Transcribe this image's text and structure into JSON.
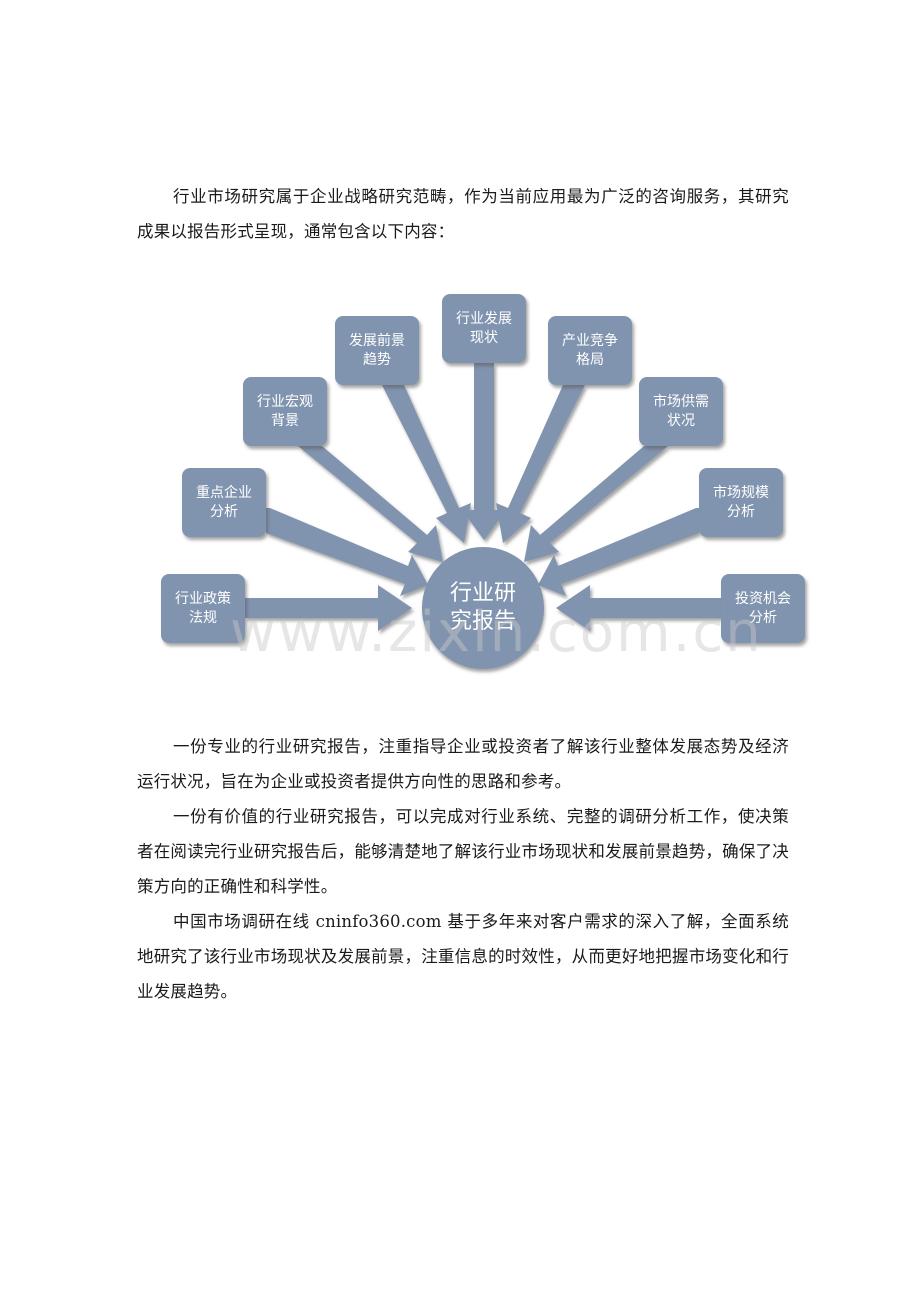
{
  "document": {
    "intro_paragraph": "行业市场研究属于企业战略研究范畴，作为当前应用最为广泛的咨询服务，其研究成果以报告形式呈现，通常包含以下内容：",
    "paragraphs": [
      "一份专业的行业研究报告，注重指导企业或投资者了解该行业整体发展态势及经济运行状况，旨在为企业或投资者提供方向性的思路和参考。",
      "一份有价值的行业研究报告，可以完成对行业系统、完整的调研分析工作，使决策者在阅读完行业研究报告后，能够清楚地了解该行业市场现状和发展前景趋势，确保了决策方向的正确性和科学性。",
      "中国市场调研在线 cninfo360.com 基于多年来对客户需求的深入了解，全面系统地研究了该行业市场现状及发展前景，注重信息的时效性，从而更好地把握市场变化和行业发展趋势。"
    ]
  },
  "diagram": {
    "hub_label": "行业研究报告",
    "node_color": "#8194af",
    "text_color": "#ffffff",
    "nodes": [
      {
        "label": "行业政策法规"
      },
      {
        "label": "重点企业分析"
      },
      {
        "label": "行业宏观背景"
      },
      {
        "label": "发展前景趋势"
      },
      {
        "label": "行业发展现状"
      },
      {
        "label": "产业竞争格局"
      },
      {
        "label": "市场供需状况"
      },
      {
        "label": "市场规模分析"
      },
      {
        "label": "投资机会分析"
      }
    ]
  },
  "watermark": "www.zixin.com.cn"
}
